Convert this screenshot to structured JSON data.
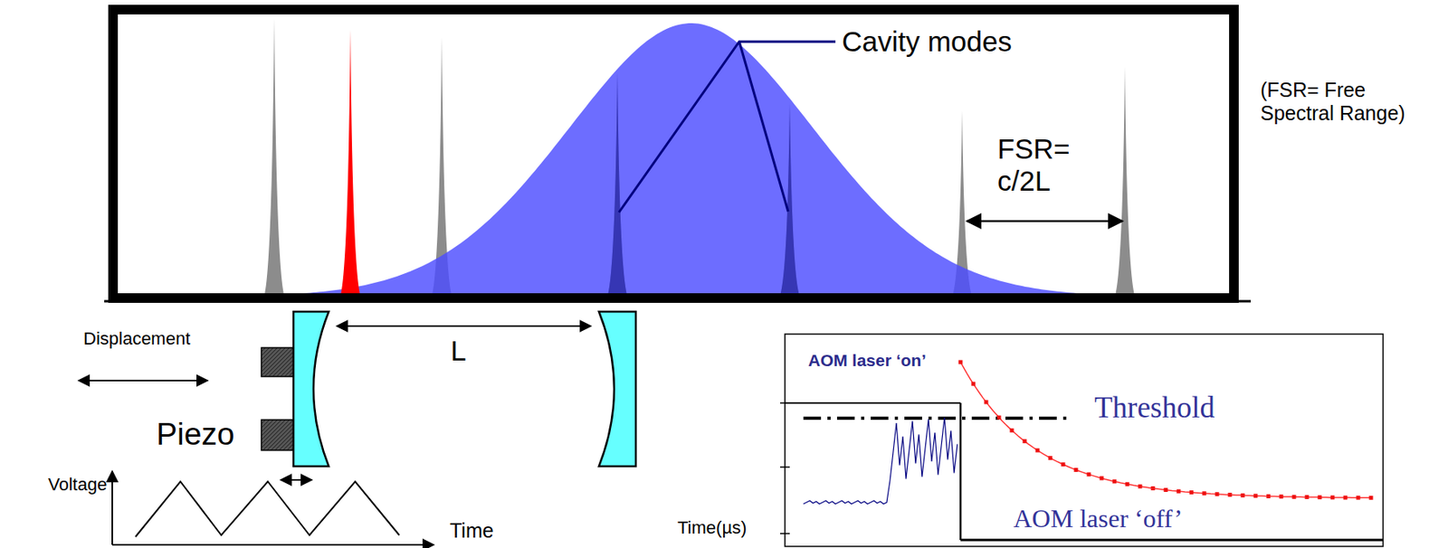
{
  "diagram": {
    "labels": [
      "Cavity modes",
      "FSR= c/2L",
      "(FSR= Free Spectral Range)",
      "Displacement",
      "L",
      "Piezo",
      "Voltage",
      "Time",
      "AOM laser ‘on’",
      "Threshold",
      "AOM laser ‘off’",
      "Time(µs)"
    ]
  }
}
